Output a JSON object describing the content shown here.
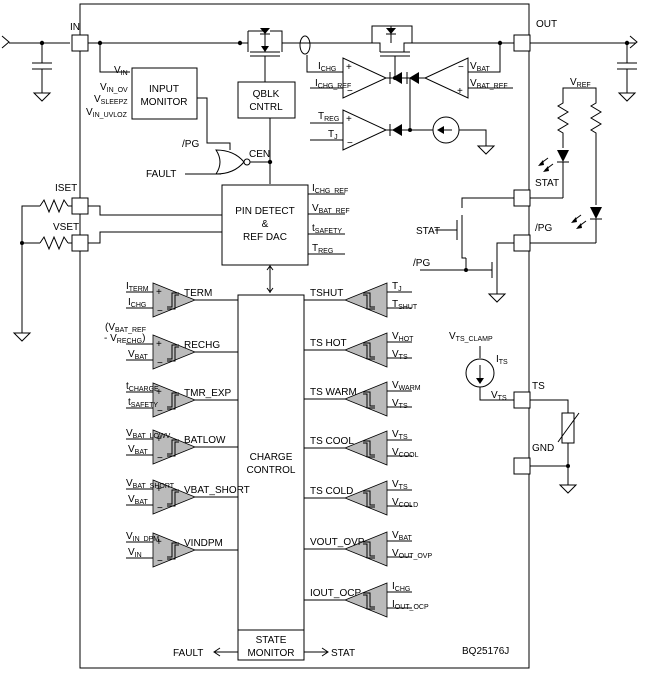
{
  "pins": {
    "in": "IN",
    "out": "OUT",
    "iset": "ISET",
    "vset": "VSET",
    "stat": "STAT",
    "pg": "/PG",
    "ts": "TS",
    "gnd": "GND"
  },
  "blocks": {
    "input_monitor": [
      "INPUT",
      "MONITOR"
    ],
    "qblk": [
      "QBLK",
      "CNTRL"
    ],
    "pin_detect": [
      "PIN DETECT",
      "&",
      "REF DAC"
    ],
    "charge_control": [
      "CHARGE",
      "CONTROL"
    ],
    "state_monitor": [
      "STATE",
      "MONITOR"
    ]
  },
  "signals": {
    "vin": "V",
    "vin_sub": "IN",
    "vin_ov": "V",
    "vin_ov_sub": "IN_OV",
    "vsleepz": "V",
    "vsleepz_sub": "SLEEPZ",
    "vin_uvloz": "V",
    "vin_uvloz_sub": "IN_UVLOZ",
    "pg_in": "/PG",
    "fault_in": "FAULT",
    "cen": "CEN",
    "ichg": "I",
    "ichg_sub": "CHG",
    "ichg_ref": "I",
    "ichg_ref_sub": "CHG_REF",
    "vbat": "V",
    "vbat_sub": "BAT",
    "vbat_ref": "V",
    "vbat_ref_sub": "BAT_REF",
    "treg": "T",
    "treg_sub": "REG",
    "tj": "T",
    "tj_sub": "J",
    "vref": "V",
    "vref_sub": "REF",
    "stat_gate": "STAT",
    "pg_gate": "/PG",
    "vts_clamp": "V",
    "vts_clamp_sub": "TS_CLAMP",
    "its": "I",
    "its_sub": "TS",
    "vts": "V",
    "vts_sub": "TS",
    "fault_out": "FAULT",
    "stat_out": "STAT",
    "part": "BQ25176J"
  },
  "pin_detect_outputs": [
    {
      "m": "I",
      "s": "CHG_REF"
    },
    {
      "m": "V",
      "s": "BAT_REF"
    },
    {
      "m": "t",
      "s": "SAFETY"
    },
    {
      "m": "T",
      "s": "REG"
    }
  ],
  "left_comparators": [
    {
      "name": "TERM",
      "plus": {
        "m": "I",
        "s": "TERM"
      },
      "minus": {
        "m": "I",
        "s": "CHG"
      }
    },
    {
      "name": "RECHG",
      "plus": {
        "m": "(V",
        "s": "BAT_REF"
      },
      "plus2": {
        "m": "- V",
        "s": "RECHG",
        "tail": ")"
      },
      "minus": {
        "m": "V",
        "s": "BAT"
      }
    },
    {
      "name": "TMR_EXP",
      "plus": {
        "m": "t",
        "s": "CHARGE"
      },
      "minus": {
        "m": "t",
        "s": "SAFETY"
      }
    },
    {
      "name": "BATLOW",
      "plus": {
        "m": "V",
        "s": "BAT_LOWV"
      },
      "minus": {
        "m": "V",
        "s": "BAT"
      }
    },
    {
      "name": "VBAT_SHORT",
      "plus": {
        "m": "V",
        "s": "BAT_SHORT"
      },
      "minus": {
        "m": "V",
        "s": "BAT"
      }
    },
    {
      "name": "VINDPM",
      "plus": {
        "m": "V",
        "s": "IN_DPM"
      },
      "minus": {
        "m": "V",
        "s": "IN"
      }
    }
  ],
  "right_comparators": [
    {
      "name": "TSHUT",
      "in1": {
        "m": "T",
        "s": "J"
      },
      "in2": {
        "m": "T",
        "s": "SHUT"
      }
    },
    {
      "name": "TS HOT",
      "in1": {
        "m": "V",
        "s": "HOT"
      },
      "in2": {
        "m": "V",
        "s": "TS"
      }
    },
    {
      "name": "TS WARM",
      "in1": {
        "m": "V",
        "s": "WARM"
      },
      "in2": {
        "m": "V",
        "s": "TS"
      }
    },
    {
      "name": "TS COOL",
      "in1": {
        "m": "V",
        "s": "TS"
      },
      "in2": {
        "m": "V",
        "s": "COOL"
      }
    },
    {
      "name": "TS COLD",
      "in1": {
        "m": "V",
        "s": "TS"
      },
      "in2": {
        "m": "V",
        "s": "COLD"
      }
    },
    {
      "name": "VOUT_OVP",
      "in1": {
        "m": "V",
        "s": "BAT"
      },
      "in2": {
        "m": "V",
        "s": "OUT_OVP"
      }
    },
    {
      "name": "IOUT_OCP",
      "in1": {
        "m": "I",
        "s": "CHG"
      },
      "in2": {
        "m": "I",
        "s": "OUT_OCP"
      }
    }
  ]
}
